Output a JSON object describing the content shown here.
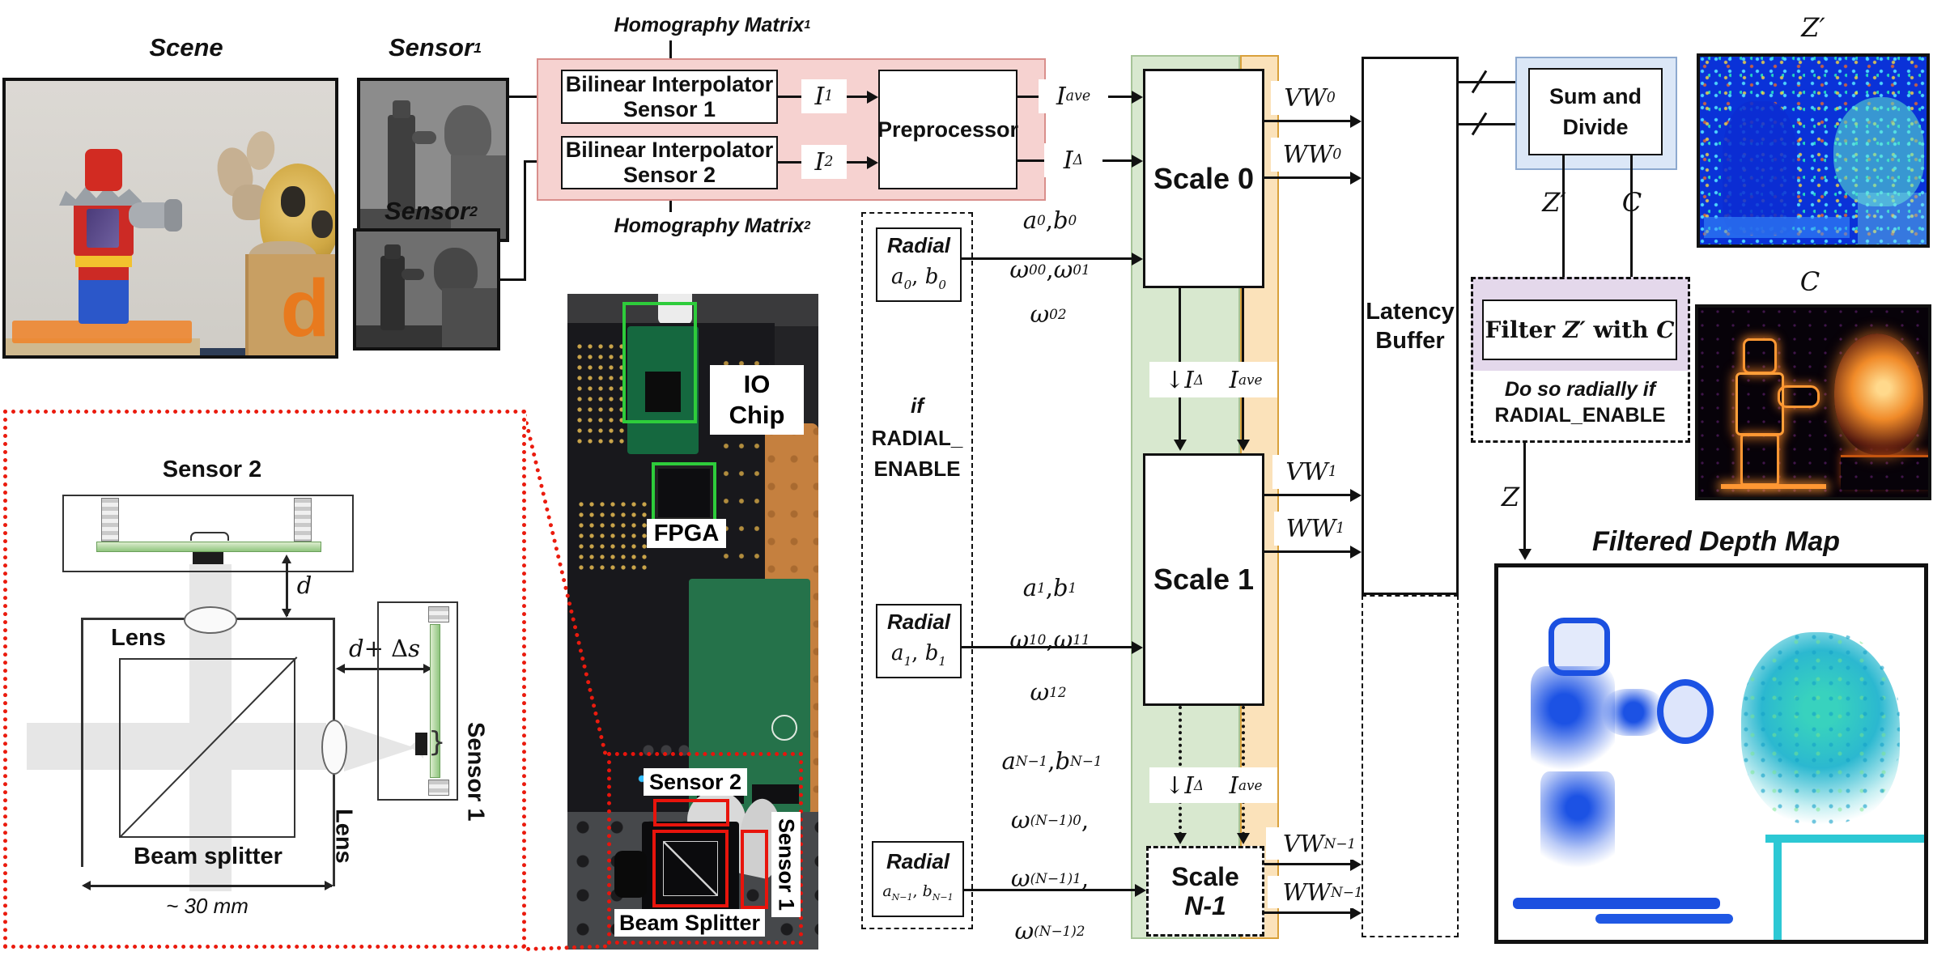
{
  "labels": {
    "scene": "Scene",
    "bi_line1": "Bilinear Interpolator",
    "bi1_line2": "Sensor 1",
    "bi2_line2": "Sensor 2",
    "preprocessor": "Preprocessor",
    "radial": "Radial",
    "if_kw": "if",
    "radial_kw": "RADIAL_",
    "enable_kw": "ENABLE",
    "scale0": "Scale 0",
    "scale1": "Scale 1",
    "scalen_word": "Scale",
    "scalen_sub": "N-1",
    "latency1": "Latency",
    "latency2": "Buffer",
    "sum1": "Sum and",
    "sum2": "Divide",
    "note1": "Do so radially if",
    "note2": "RADIAL_ENABLE",
    "depth_title": "Filtered Depth Map"
  },
  "math": {
    "sensor1": [
      {
        "t": "Sensor"
      },
      {
        "t": "1",
        "s": true
      }
    ],
    "sensor2": [
      {
        "t": "Sensor"
      },
      {
        "t": "2",
        "s": true
      }
    ],
    "hm1": [
      {
        "t": "Homography Matrix"
      },
      {
        "t": "1",
        "s": true
      }
    ],
    "hm2": [
      {
        "t": "Homography Matrix"
      },
      {
        "t": "2",
        "s": true
      }
    ],
    "i1": [
      {
        "t": "I"
      },
      {
        "t": "1",
        "s": true
      }
    ],
    "i2": [
      {
        "t": "I"
      },
      {
        "t": "2",
        "s": true
      }
    ],
    "iave": [
      {
        "t": "I"
      },
      {
        "t": "ave",
        "s": true
      }
    ],
    "idelta": [
      {
        "t": "I"
      },
      {
        "t": "Δ",
        "s": true
      }
    ],
    "down_idelta": [
      {
        "t": "↓ ",
        "r": true
      },
      {
        "t": "I"
      },
      {
        "t": "Δ",
        "s": true
      }
    ],
    "vw0": [
      {
        "t": "VW"
      },
      {
        "t": "0",
        "s": true
      }
    ],
    "ww0": [
      {
        "t": "WW"
      },
      {
        "t": "0",
        "s": true
      }
    ],
    "vw1": [
      {
        "t": "VW"
      },
      {
        "t": "1",
        "s": true
      }
    ],
    "ww1": [
      {
        "t": "WW"
      },
      {
        "t": "1",
        "s": true
      }
    ],
    "vwn": [
      {
        "t": "VW"
      },
      {
        "t": "N−1",
        "s": true
      }
    ],
    "wwn": [
      {
        "t": "WW"
      },
      {
        "t": "N−1",
        "s": true
      }
    ],
    "ab0": [
      {
        "t": "a"
      },
      {
        "t": "0",
        "s": true
      },
      {
        "t": ", ",
        "r": true
      },
      {
        "t": "b"
      },
      {
        "t": "0",
        "s": true
      }
    ],
    "ab1": [
      {
        "t": "a"
      },
      {
        "t": "1",
        "s": true
      },
      {
        "t": ", ",
        "r": true
      },
      {
        "t": "b"
      },
      {
        "t": "1",
        "s": true
      }
    ],
    "abn": [
      {
        "t": "a"
      },
      {
        "t": "N−1",
        "s": true
      },
      {
        "t": ", ",
        "r": true
      },
      {
        "t": "b"
      },
      {
        "t": "N−1",
        "s": true
      }
    ],
    "w00_01": [
      {
        "t": "ω"
      },
      {
        "t": "00",
        "s": true
      },
      {
        "t": ", ",
        "r": true
      },
      {
        "t": "ω"
      },
      {
        "t": "01",
        "s": true
      }
    ],
    "w02": [
      {
        "t": "ω"
      },
      {
        "t": "02",
        "s": true
      }
    ],
    "w10_11": [
      {
        "t": "ω"
      },
      {
        "t": "10",
        "s": true
      },
      {
        "t": ", ",
        "r": true
      },
      {
        "t": "ω"
      },
      {
        "t": "11",
        "s": true
      }
    ],
    "w12": [
      {
        "t": "ω"
      },
      {
        "t": "12",
        "s": true
      }
    ],
    "wn0": [
      {
        "t": "ω"
      },
      {
        "t": "(N−1)0",
        "s": true
      },
      {
        "t": ",",
        "r": true
      }
    ],
    "wn1": [
      {
        "t": "ω"
      },
      {
        "t": "(N−1)1",
        "s": true
      },
      {
        "t": ",",
        "r": true
      }
    ],
    "wn2": [
      {
        "t": "ω"
      },
      {
        "t": "(N−1)2",
        "s": true
      }
    ],
    "zprime": [
      {
        "t": "Z′"
      }
    ],
    "c": [
      {
        "t": "C"
      }
    ],
    "z": [
      {
        "t": "Z"
      }
    ],
    "filter_title": [
      {
        "t": "Filter ",
        "r": true
      },
      {
        "t": "Z′"
      },
      {
        "t": " with ",
        "r": true
      },
      {
        "t": "C"
      }
    ],
    "d": [
      {
        "t": "d"
      }
    ],
    "dds": [
      {
        "t": "d"
      },
      {
        "t": " + Δ",
        "r": true
      },
      {
        "t": "s"
      }
    ]
  },
  "optics": {
    "sensor2": "Sensor 2",
    "sensor1": "Sensor 1",
    "lens": "Lens",
    "beam": "Beam splitter",
    "mm": "~ 30 mm"
  },
  "photo": {
    "io1": "IO",
    "io2": "Chip",
    "fpga": "FPGA",
    "sensor2": "Sensor 2",
    "sensor1": "Sensor 1",
    "beam": "Beam Splitter"
  },
  "colors": {
    "pink_fill": "#f6d2d0",
    "pink_border": "#d98f8c",
    "green_band": "#d8e8cf",
    "orange_band": "#fbe2ba",
    "orange_border": "#d9a13c",
    "blue_fill": "#dbe7f7",
    "blue_border": "#8da9cf",
    "purple_fill": "#e4d8eb",
    "red_dotted": "#ea1b0e",
    "highlight_green": "#2ecc3b",
    "highlight_red": "#e8140c"
  }
}
